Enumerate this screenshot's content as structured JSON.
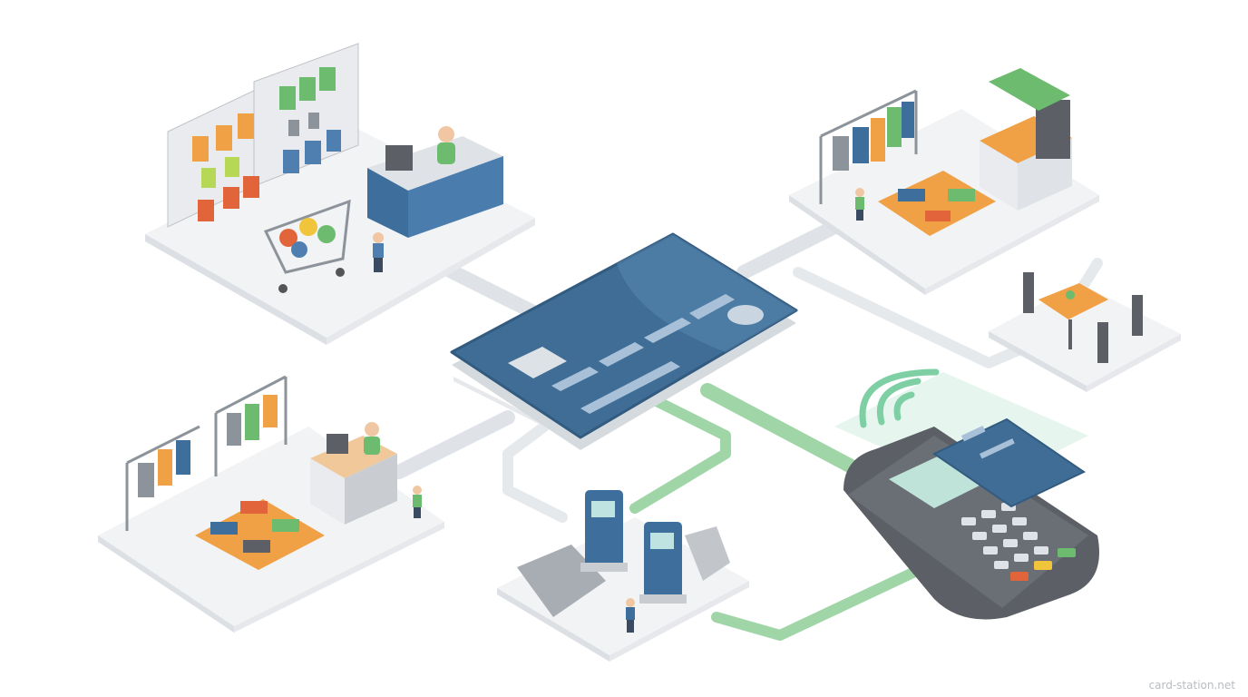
{
  "watermark": "card-station.net",
  "colors": {
    "card": "#3f6d95",
    "card_light": "#5a8ab2",
    "platform": "#f1f2f4",
    "platform_edge": "#dcdfe3",
    "path_gray": "#dfe3e7",
    "path_green": "#8fcf98",
    "terminal": "#5c6066",
    "accent_green": "#6dbb6f",
    "accent_orange": "#f0a045",
    "accent_blue": "#3e6f9c",
    "nfc": "#7fcfa4"
  },
  "scenes": [
    "grocery-store",
    "clothing-boutique",
    "cafe",
    "clothing-store",
    "gas-station",
    "payment-terminal",
    "credit-card"
  ]
}
